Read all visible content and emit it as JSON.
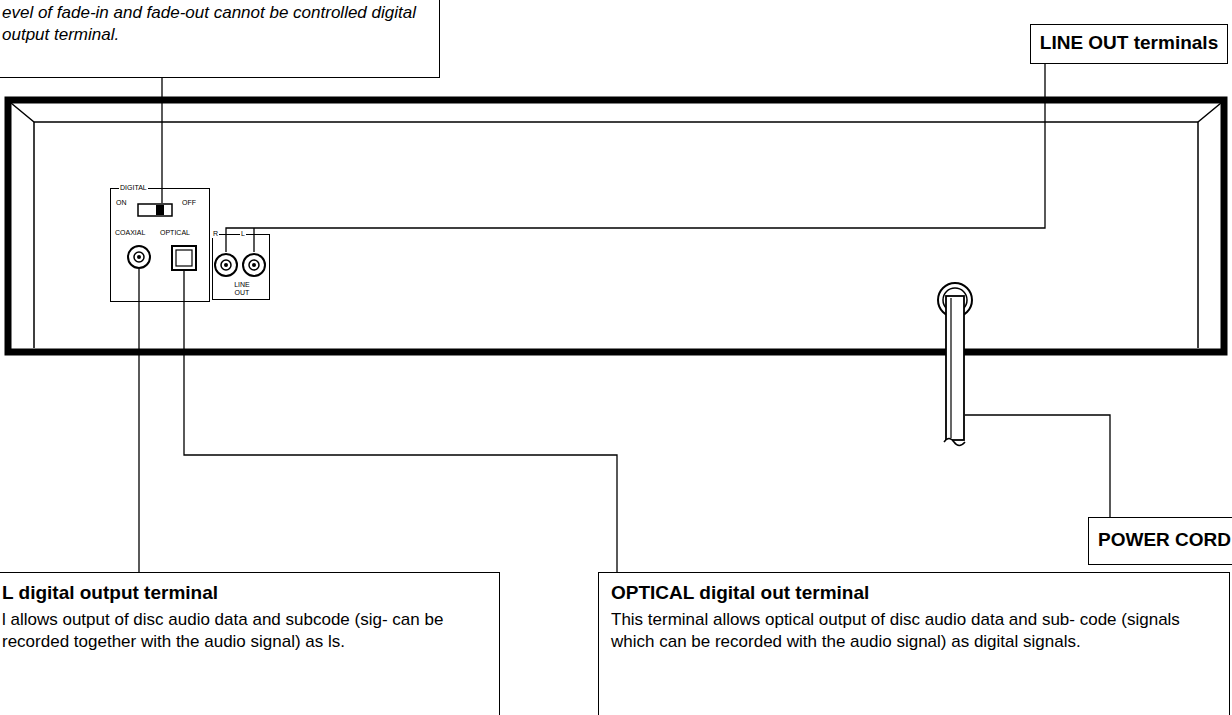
{
  "diagram": {
    "nodes": [
      {
        "text": [
          "evel of fade-in and fade-out cannot be controlled digital output terminal."
        ]
      },
      {
        "text": [
          "LINE OUT terminals"
        ]
      },
      {
        "text": [
          "DIGITAL",
          "ON",
          "OFF",
          "COAXIAL",
          "OPTICAL"
        ]
      },
      {
        "text": [
          "R",
          "L",
          "LINE OUT"
        ]
      },
      {
        "text": [
          "POWER CORD"
        ]
      },
      {
        "text": [
          "L digital output terminal",
          "l allows output of disc audio data and subcode (sig- can be recorded together with the audio signal) as ls."
        ]
      },
      {
        "text": [
          "OPTICAL digital out terminal",
          "This terminal allows optical output of disc audio data and sub- code (signals which can be recorded with the audio signal) as digital signals."
        ]
      }
    ]
  }
}
